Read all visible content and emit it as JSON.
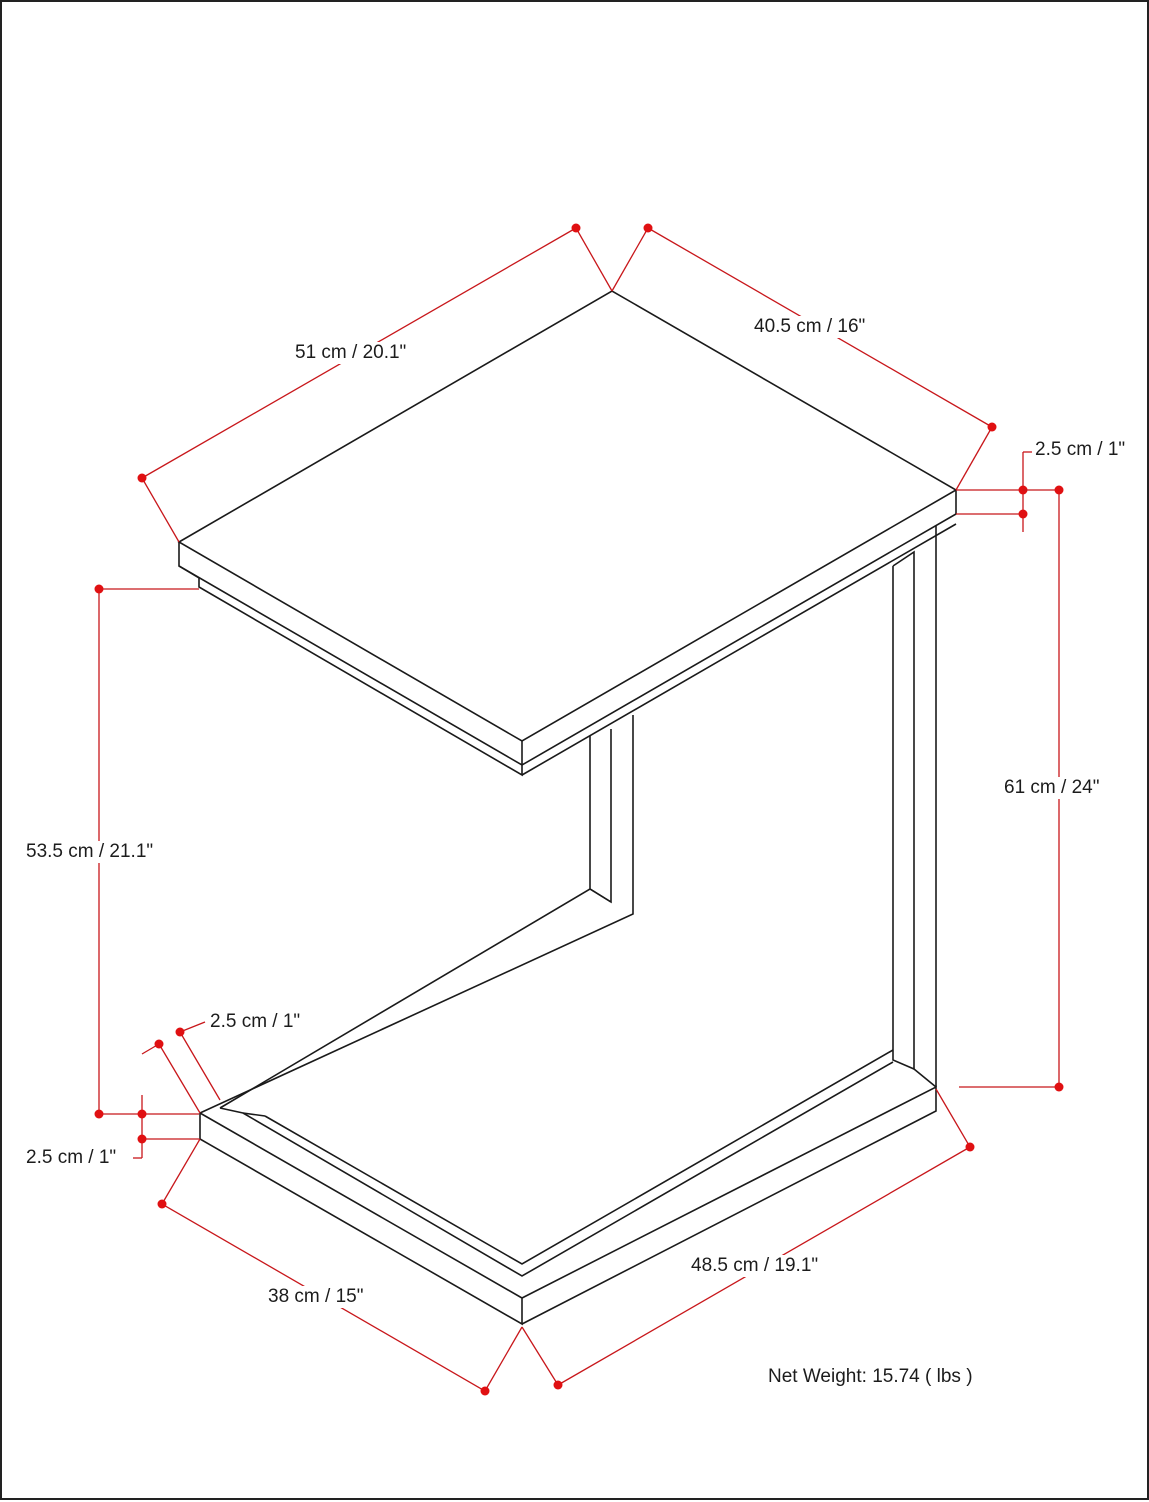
{
  "dimensions": {
    "top_width": "51 cm / 20.1\"",
    "top_depth": "40.5 cm / 16\"",
    "top_thickness": "2.5 cm / 1\"",
    "overall_height": "61 cm / 24\"",
    "clearance_height": "53.5 cm / 21.1\"",
    "frame_width": "2.5 cm / 1\"",
    "base_thickness": "2.5 cm / 1\"",
    "base_depth": "38 cm / 15\"",
    "base_width": "48.5 cm / 19.1\""
  },
  "net_weight": "Net Weight: 15.74 ( lbs )",
  "colors": {
    "dimension": "#c8171b",
    "outline": "#1a1a1a",
    "background": "#ffffff"
  }
}
